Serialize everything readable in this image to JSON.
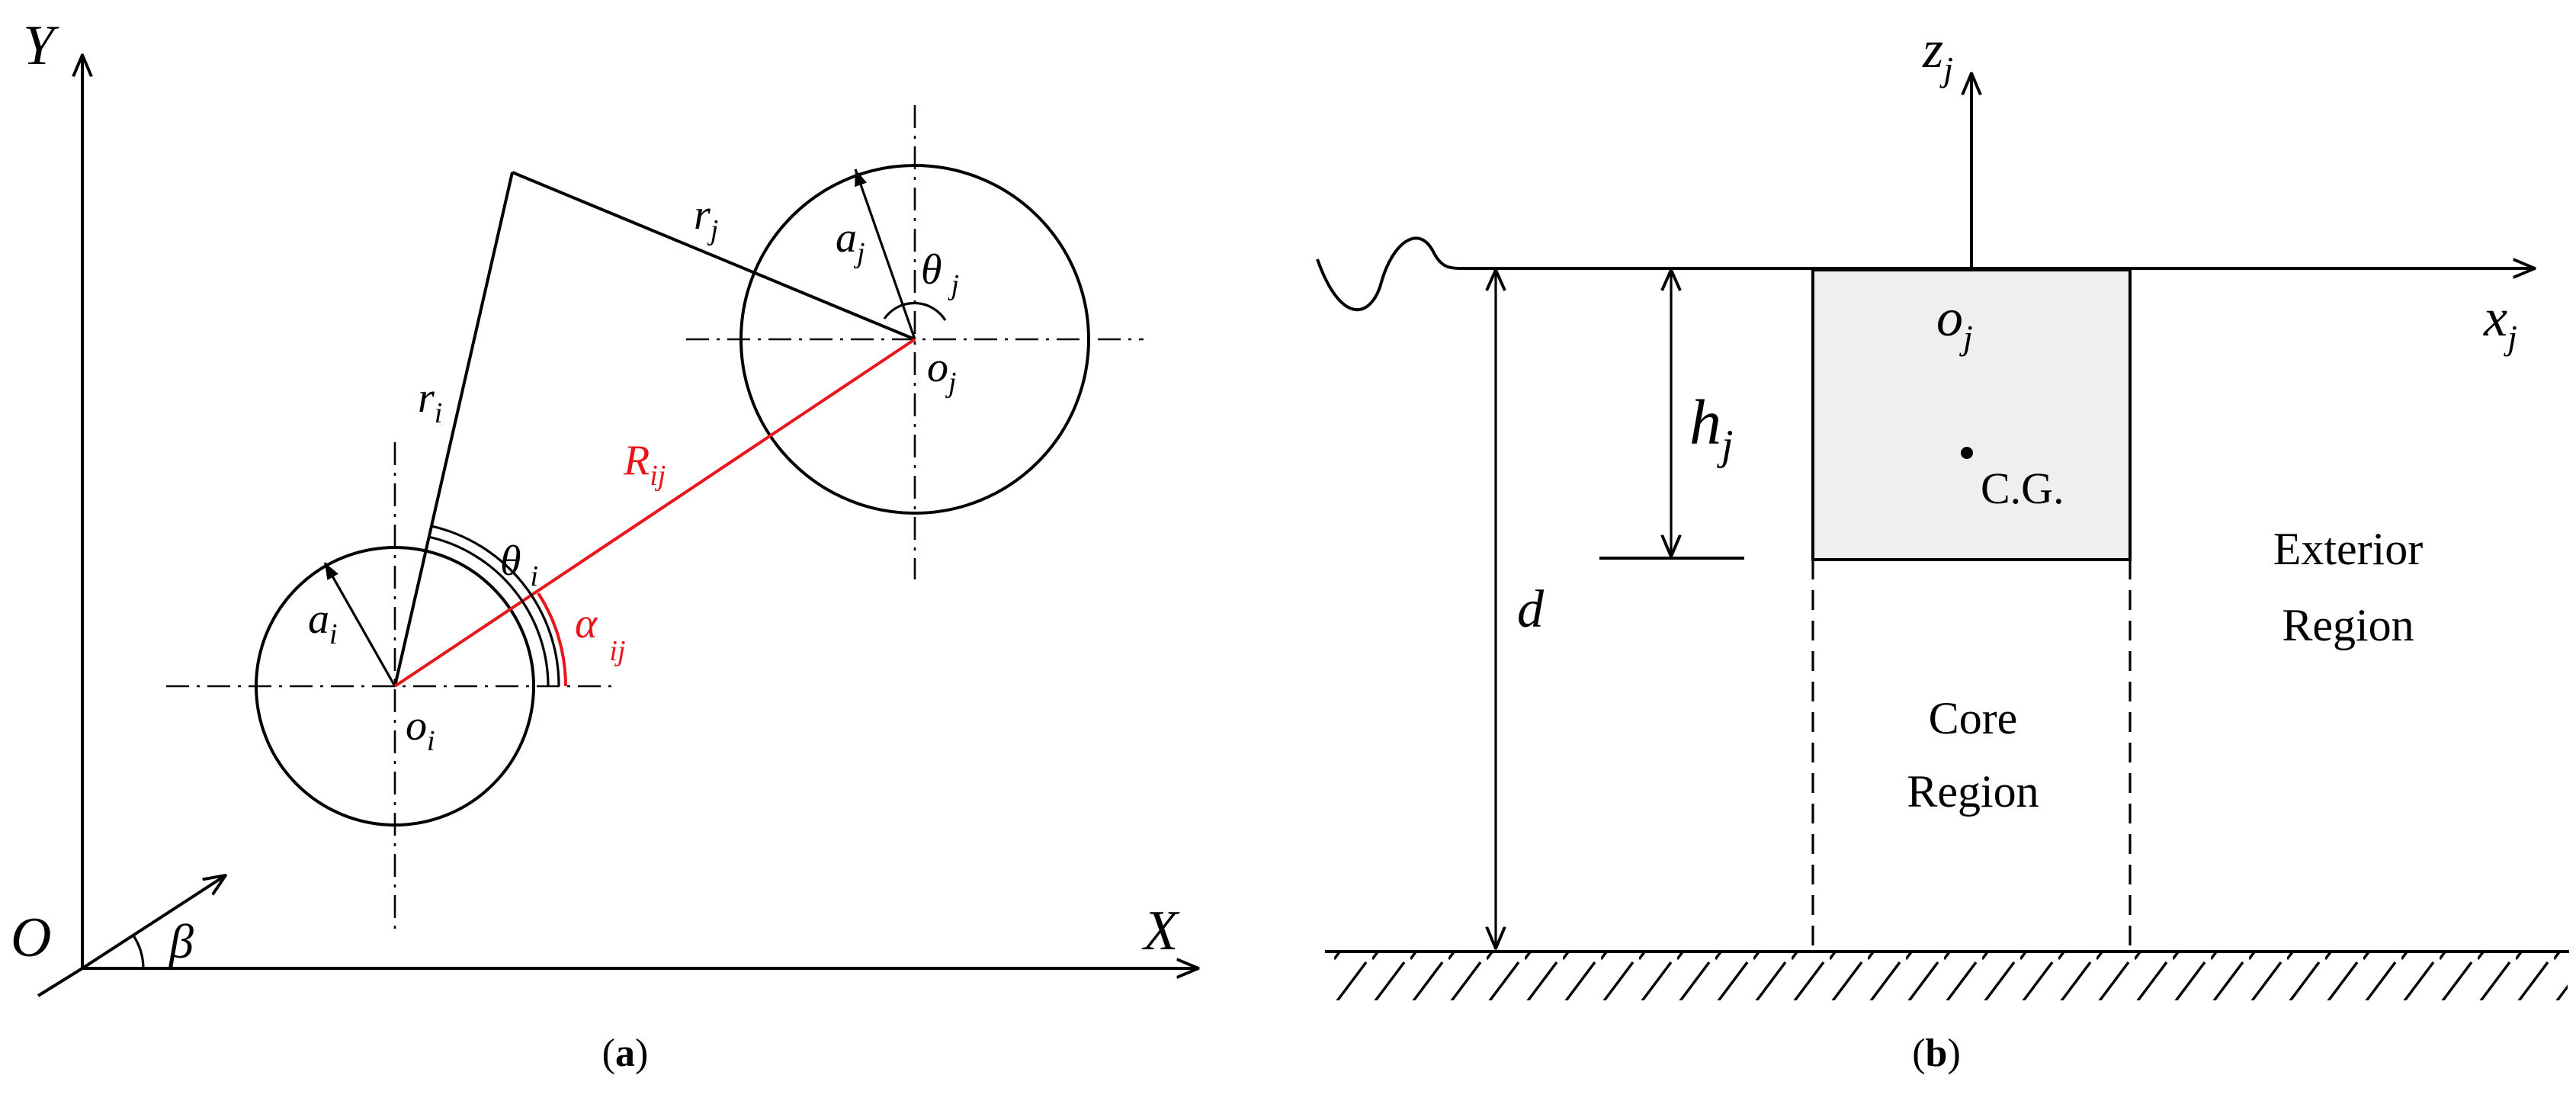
{
  "panel_a": {
    "caption_open": "(",
    "caption_letter": "a",
    "caption_close": ")",
    "label_Y": "Y",
    "label_X": "X",
    "label_O": "O",
    "label_beta": "β",
    "label_ri_base": "r",
    "label_ri_sub": "i",
    "label_rj_base": "r",
    "label_rj_sub": "j",
    "label_ai_base": "a",
    "label_ai_sub": "i",
    "label_aj_base": "a",
    "label_aj_sub": "j",
    "label_oi_base": "o",
    "label_oi_sub": "i",
    "label_oj_base": "o",
    "label_oj_sub": "j",
    "label_thetai_base": "θ",
    "label_thetai_sub": "i",
    "label_thetaj_base": "θ",
    "label_thetaj_sub": "j",
    "label_Rij_base": "R",
    "label_Rij_sub": "ij",
    "label_alphaij_base": "α",
    "label_alphaij_sub": "ij",
    "accent_color": "#e8151b"
  },
  "panel_b": {
    "caption_open": "(",
    "caption_letter": "b",
    "caption_close": ")",
    "label_zj_base": "z",
    "label_zj_sub": "j",
    "label_xj_base": "x",
    "label_xj_sub": "j",
    "label_oj_base": "o",
    "label_oj_sub": "j",
    "label_hj_base": "h",
    "label_hj_sub": "j",
    "label_d": "d",
    "label_cg": "C.G.",
    "label_exterior_line1": "Exterior",
    "label_exterior_line2": "Region",
    "label_core_line1": "Core",
    "label_core_line2": "Region",
    "body_fill": "#efefef"
  }
}
